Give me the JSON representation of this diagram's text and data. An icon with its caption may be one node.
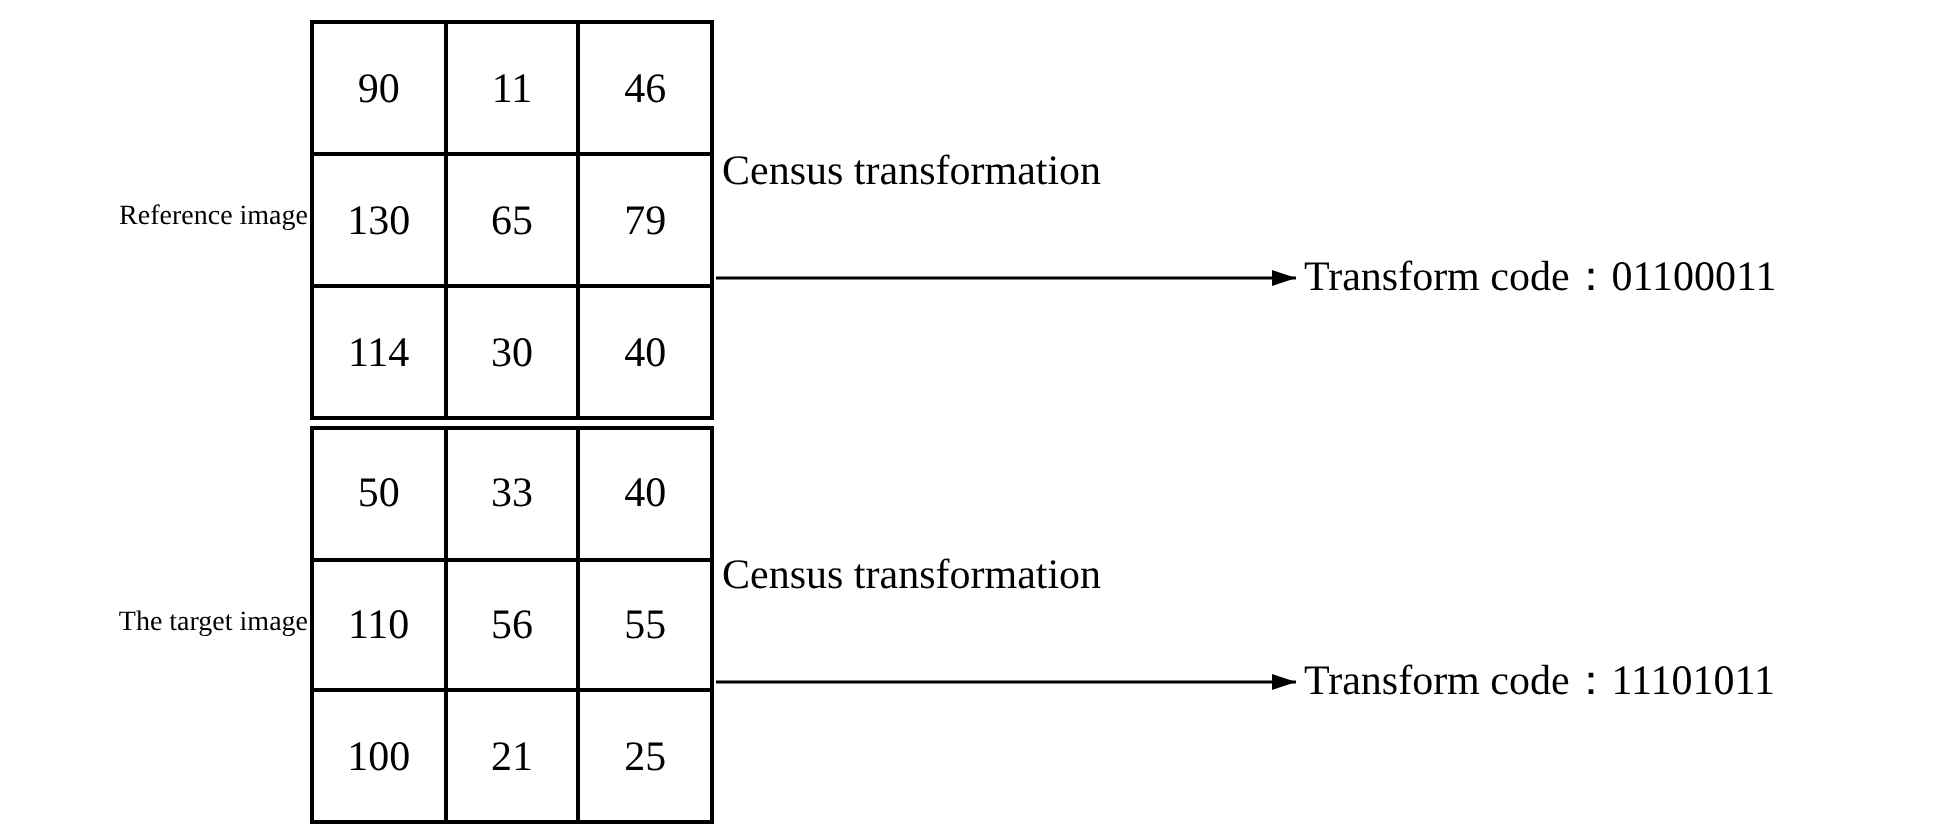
{
  "diagram": {
    "nodes": [
      {
        "text": [
          "90",
          "11",
          "46",
          "130",
          "65",
          "79",
          "114",
          "30",
          "40"
        ],
        "beside": [
          "Reference image"
        ]
      },
      {
        "text": [
          "Transform code：01100011"
        ]
      },
      {
        "text": [
          "50",
          "33",
          "40",
          "110",
          "56",
          "55",
          "100",
          "21",
          "25"
        ],
        "beside": [
          "The target image"
        ]
      },
      {
        "text": [
          "Transform code：11101011"
        ]
      }
    ],
    "edges": [
      {
        "from": 0,
        "to": 1,
        "arrow": "to",
        "label": "Census transformation"
      },
      {
        "from": 2,
        "to": 3,
        "arrow": "to",
        "label": "Census transformation"
      }
    ]
  }
}
